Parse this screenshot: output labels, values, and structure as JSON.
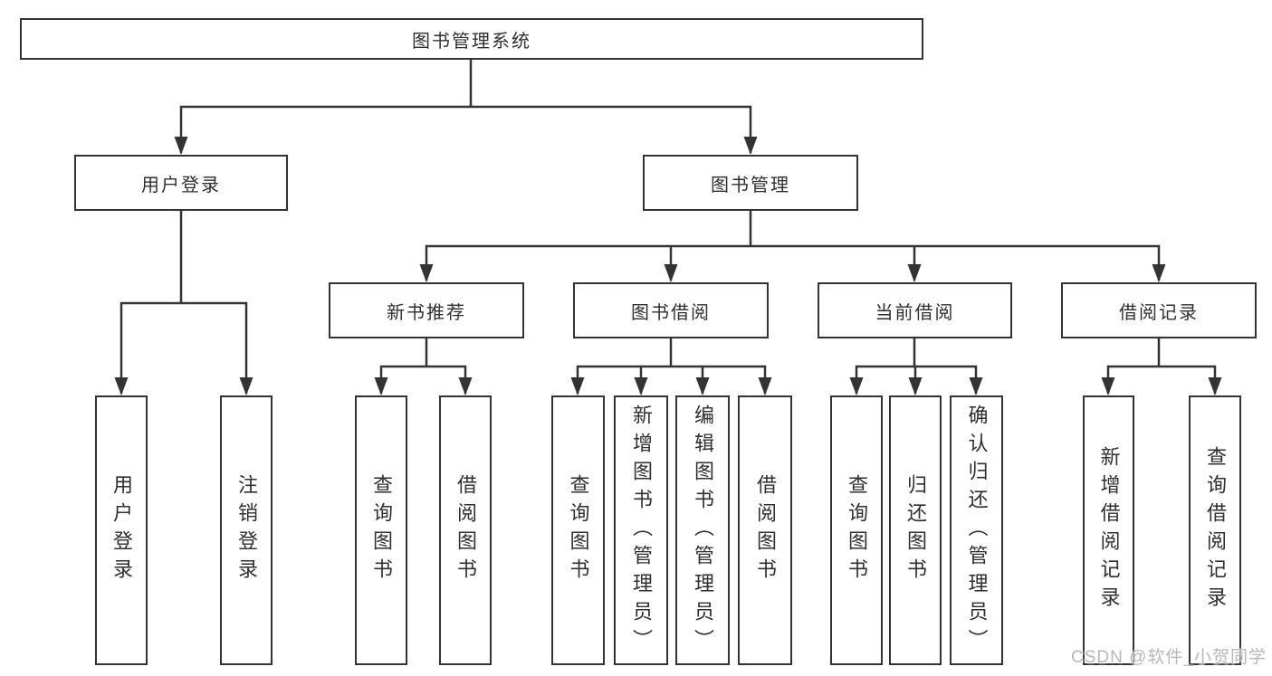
{
  "diagram": {
    "root": "图书管理系统",
    "level2": [
      {
        "label": "用户登录"
      },
      {
        "label": "图书管理"
      }
    ],
    "level3": [
      {
        "label": "新书推荐"
      },
      {
        "label": "图书借阅"
      },
      {
        "label": "当前借阅"
      },
      {
        "label": "借阅记录"
      }
    ],
    "leaves": {
      "userLogin": [
        "用户登录",
        "注销登录"
      ],
      "newBooks": [
        "查询图书",
        "借阅图书"
      ],
      "borrow": [
        "查询图书",
        "新增图书（管理员）",
        "编辑图书（管理员）",
        "借阅图书"
      ],
      "current": [
        "查询图书",
        "归还图书",
        "确认归还（管理员）"
      ],
      "records": [
        "新增借阅记录",
        "查询借阅记录"
      ]
    },
    "watermark": "CSDN @软件_小贺同学",
    "colors": {
      "line": "#333333",
      "text": "#2f2f2f",
      "box_fill": "#ffffff",
      "watermark": "#b7b7b7",
      "background": "#ffffff"
    }
  }
}
